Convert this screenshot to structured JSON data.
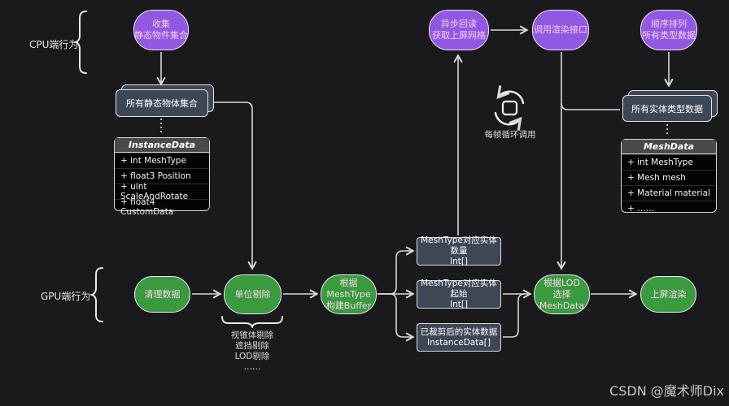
{
  "labels": {
    "cpu_side": "CPU端行为",
    "gpu_side": "GPU端行为",
    "loop_note": "每帧循环调用",
    "cull_note": "视锥体剔除\n遮挡剔除\nLOD剔除\n……",
    "watermark": "CSDN @魔术师Dix"
  },
  "cpu_nodes": {
    "collect": "收集\n静态物件集合",
    "async_readback": "异步回读\n获取上屏网格",
    "call_render": "调用渲染接口",
    "sort_types": "顺序排列\n所有类型数据"
  },
  "stacked_boxes": {
    "static_objects": "所有静态物体集合",
    "entity_type_data": "所有实体类型数据"
  },
  "classes": {
    "instance_data": {
      "name": "InstanceData",
      "fields": [
        "+ int MeshType",
        "+ float3 Position",
        "+ uint ScaleAndRotate",
        "+ float4 CustomData"
      ]
    },
    "mesh_data": {
      "name": "MeshData",
      "fields": [
        "+ int MeshType",
        "+ Mesh mesh",
        "+ Material material",
        "+ ……"
      ]
    }
  },
  "gpu_nodes": {
    "clear": "清理数据",
    "unit_cull": "单位剔除",
    "build_buffer": "根据MeshType\n构建Buffer",
    "select_lod": "根据LOD\n选择MeshData",
    "render": "上屏渲染"
  },
  "buffers": {
    "count": "MeshType对应实体数量\nInt[]",
    "start": "MeshType对应实体起始\nInt[]",
    "culled": "已裁剪后的实体数据\nInstanceData[]"
  },
  "colors": {
    "background": "#1a1a1d",
    "purple_node": "#9158e2",
    "green_node": "#3a9a3e",
    "slate_box": "#3e4756",
    "edge": "#d9d9d9",
    "node_text": "#f7cdeb",
    "class_header_bg": "#4a4a4a"
  }
}
